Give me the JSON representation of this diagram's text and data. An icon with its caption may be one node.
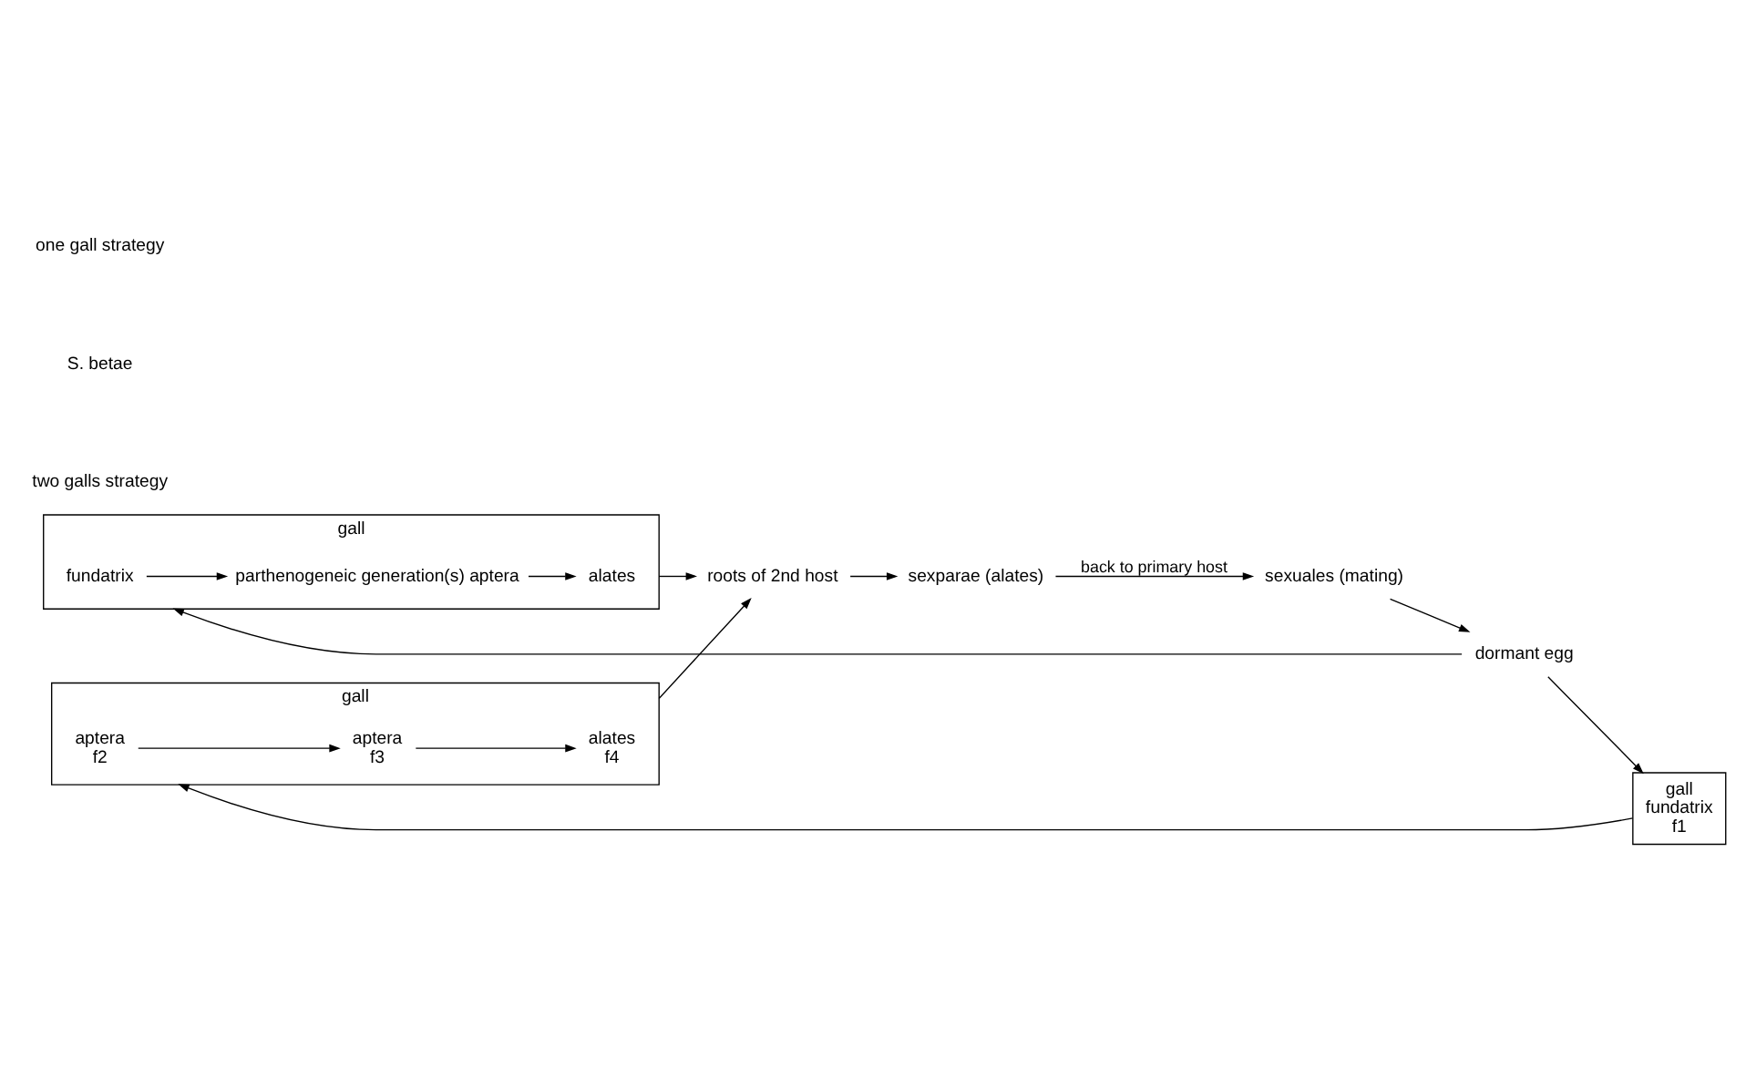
{
  "diagram": {
    "nodes": [
      {
        "text": [
          "gall"
        ]
      },
      {
        "text": [
          "fundatrix"
        ],
        "in": 0
      },
      {
        "text": [
          "parthenogeneic generation(s) aptera"
        ],
        "in": 0
      },
      {
        "text": [
          "alates"
        ],
        "in": 0
      },
      {
        "text": [
          "gall",
          "fundatrix",
          "f1"
        ]
      },
      {
        "text": [
          "gall"
        ]
      },
      {
        "text": [
          "aptera",
          "f2"
        ],
        "in": 5
      },
      {
        "text": [
          "aptera",
          "f3"
        ],
        "in": 5
      },
      {
        "text": [
          "alates",
          "f4"
        ],
        "in": 5
      },
      {
        "text": [
          "roots of 2nd host"
        ]
      },
      {
        "text": [
          "sexparae (alates)"
        ]
      },
      {
        "text": [
          "sexuales (mating)"
        ]
      },
      {
        "text": [
          "dormant egg"
        ]
      }
    ],
    "edges": [
      {
        "from": 12,
        "to": 0,
        "arrow": "to"
      },
      {
        "from": 12,
        "to": 4,
        "arrow": "to"
      },
      {
        "from": 1,
        "to": 2,
        "arrow": "to"
      },
      {
        "from": 2,
        "to": 3,
        "arrow": "to"
      },
      {
        "from": 4,
        "to": 5,
        "arrow": "to"
      },
      {
        "from": 6,
        "to": 7,
        "arrow": "to"
      },
      {
        "from": 7,
        "to": 8,
        "arrow": "to"
      },
      {
        "from": 0,
        "to": 9,
        "arrow": "to"
      },
      {
        "from": 5,
        "to": 9,
        "arrow": "to"
      },
      {
        "from": 9,
        "to": 10,
        "arrow": "to"
      },
      {
        "from": 10,
        "to": 11,
        "arrow": "to",
        "label": "back to primary host"
      },
      {
        "from": 11,
        "to": 12,
        "arrow": "to"
      }
    ],
    "labels": [
      "one gall strategy",
      "S. betae",
      "two galls strategy"
    ]
  }
}
